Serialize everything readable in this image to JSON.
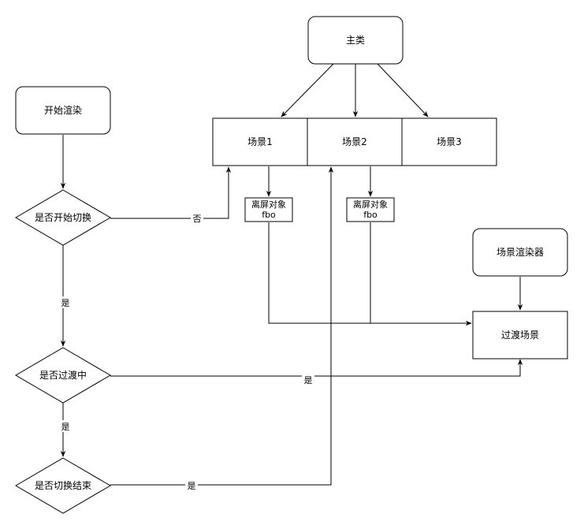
{
  "nodes": {
    "main_class": "主类",
    "scene1": "场景1",
    "scene2": "场景2",
    "scene3": "场景3",
    "offscreen1_line1": "离屏对象",
    "offscreen1_line2": "fbo",
    "offscreen2_line1": "离屏对象",
    "offscreen2_line2": "fbo",
    "scene_renderer": "场景渲染器",
    "transition_scene": "过渡场景",
    "start_render": "开始渲染",
    "is_start_switch": "是否开始切换",
    "is_transitioning": "是否过渡中",
    "is_switch_end": "是否切换结束"
  },
  "edges": {
    "no_label": "否",
    "yes_1": "是",
    "yes_2": "是",
    "yes_3": "是",
    "yes_4": "是"
  }
}
